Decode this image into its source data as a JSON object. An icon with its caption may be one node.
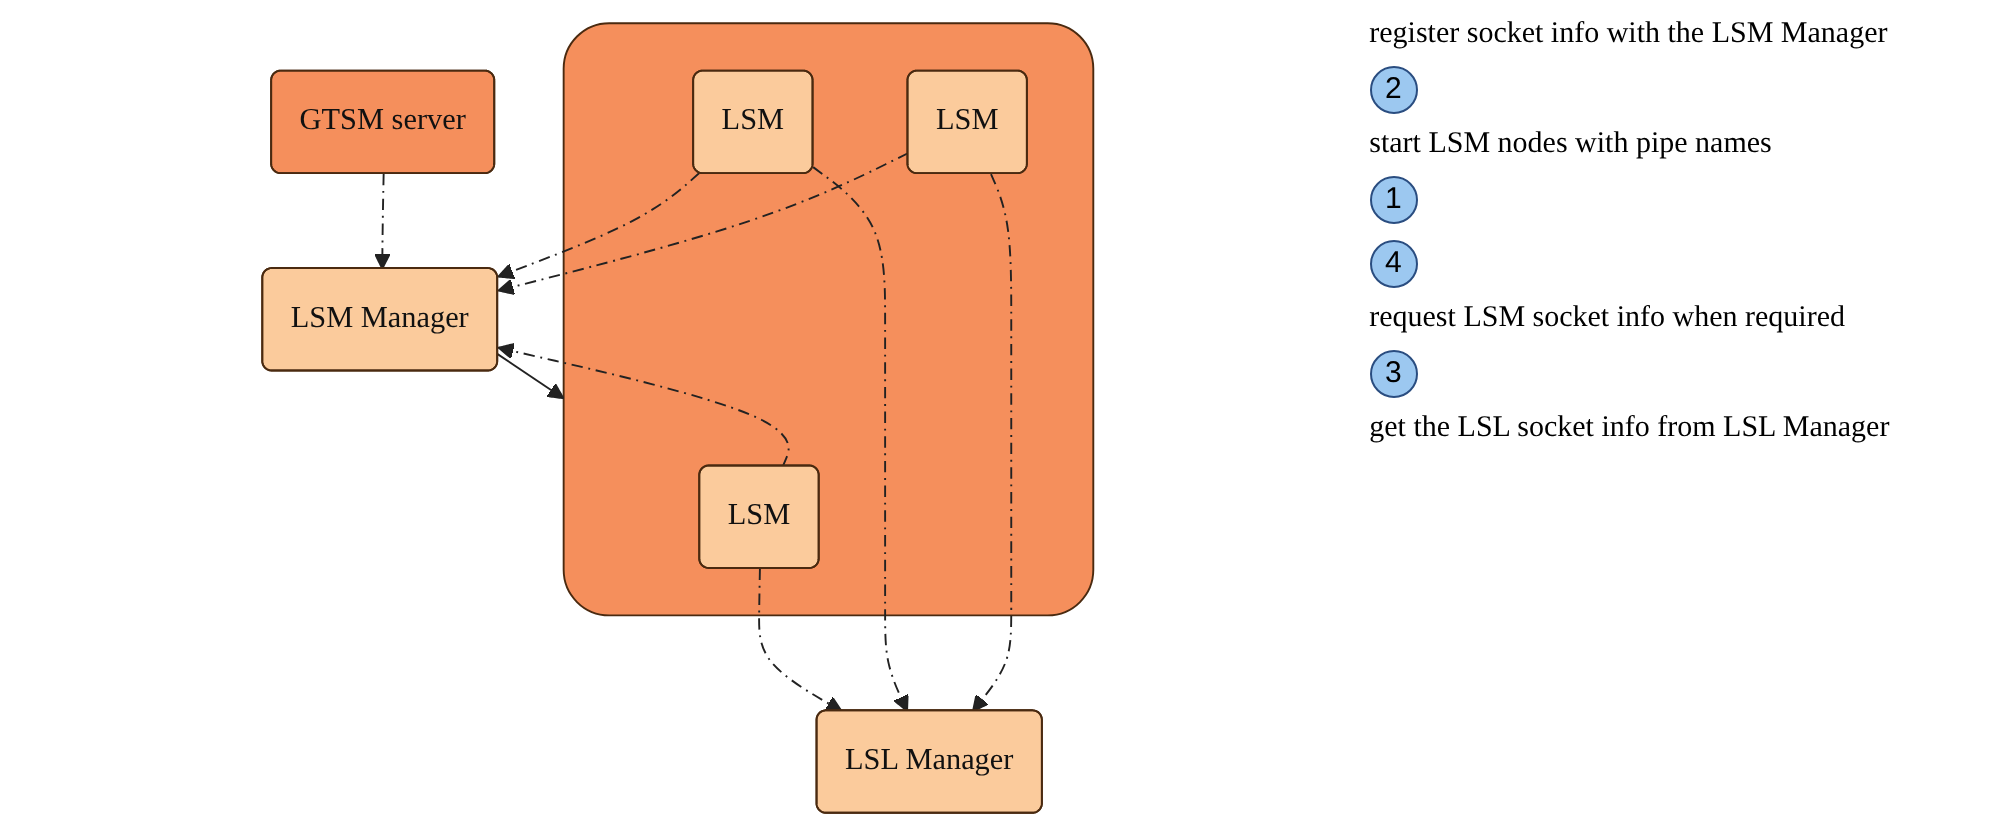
{
  "diagram": {
    "nodes": [
      {
        "text": [
          "LSM Manager"
        ]
      },
      {
        "text": [],
        "shape": "box"
      },
      {
        "text": [
          "LSM"
        ],
        "in": 1
      },
      {
        "text": [
          "LSM"
        ],
        "in": 1
      },
      {
        "text": [
          "LSM"
        ],
        "in": 1
      },
      {
        "text": [
          "GTSM server"
        ]
      },
      {
        "text": [
          "LSL Manager"
        ]
      }
    ],
    "edges": [
      {
        "from": 0,
        "to": 1,
        "arrow": "to"
      },
      {
        "from": 2,
        "to": 0,
        "arrow": "to",
        "style": "dashed"
      },
      {
        "from": 3,
        "to": 0,
        "arrow": "to",
        "style": "dashed"
      },
      {
        "from": 4,
        "to": 0,
        "arrow": "to",
        "style": "dashed"
      },
      {
        "from": 5,
        "to": 0,
        "arrow": "to",
        "style": "dashed"
      },
      {
        "from": 2,
        "to": 6,
        "arrow": "to",
        "style": "dashed"
      },
      {
        "from": 3,
        "to": 6,
        "arrow": "to",
        "style": "dashed"
      },
      {
        "from": 4,
        "to": 6,
        "arrow": "to",
        "style": "dashed"
      }
    ],
    "labels": [
      "register socket info with the LSM Manager",
      "2",
      "start LSM nodes with pipe names",
      "1",
      "4",
      "request LSM socket info when required",
      "3",
      "get the LSL socket info from LSL Manager"
    ]
  }
}
